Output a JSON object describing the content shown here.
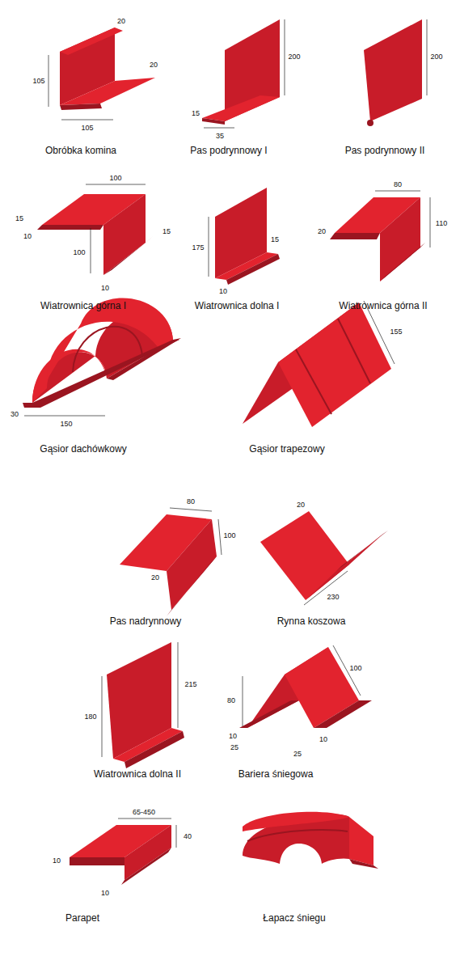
{
  "diagram": {
    "labels": [
      "20",
      "20",
      "105",
      "105",
      "Obróbka komina",
      "200",
      "15",
      "35",
      "Pas podrynnowy I",
      "200",
      "Pas podrynnowy II",
      "100",
      "15",
      "10",
      "15",
      "100",
      "10",
      "Wiatrownica górna I",
      "175",
      "15",
      "10",
      "Wiatrownica dolna I",
      "80",
      "110",
      "20",
      "Wiatrownica górna II",
      "30",
      "150",
      "Gąsior dachówkowy",
      "155",
      "Gąsior trapezowy",
      "80",
      "100",
      "20",
      "Pas nadrynnowy",
      "20",
      "230",
      "Rynna koszowa",
      "180",
      "215",
      "Wiatrownica dolna II",
      "100",
      "80",
      "10",
      "25",
      "10",
      "25",
      "Bariera śniegowa",
      "65-450",
      "10",
      "40",
      "10",
      "Parapet",
      "Łapacz śniegu"
    ]
  }
}
